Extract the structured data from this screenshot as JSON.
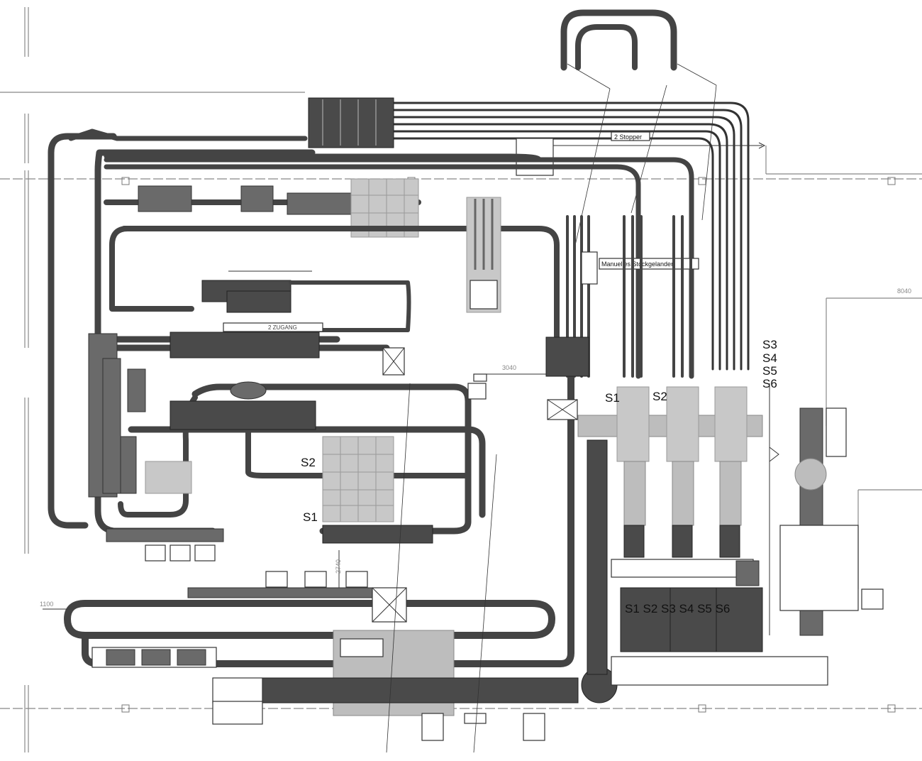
{
  "labels": {
    "stopper": "2 Stopper",
    "manual_stacker": "Manuelles Stockgelander",
    "small_note_1": "2 ZUGANG",
    "s1_upper": "S1",
    "s2_upper": "S2",
    "s3": "S3",
    "s4": "S4",
    "s5": "S5",
    "s6": "S6",
    "s2_mid": "S2",
    "s1_mid": "S1",
    "bottom_block": "S1 S2 S3 S4 S5 S6"
  },
  "dimensions": {
    "d_3040": "3040",
    "d_8040": "8040",
    "d_1100": "1100",
    "d_2740": "2740"
  }
}
